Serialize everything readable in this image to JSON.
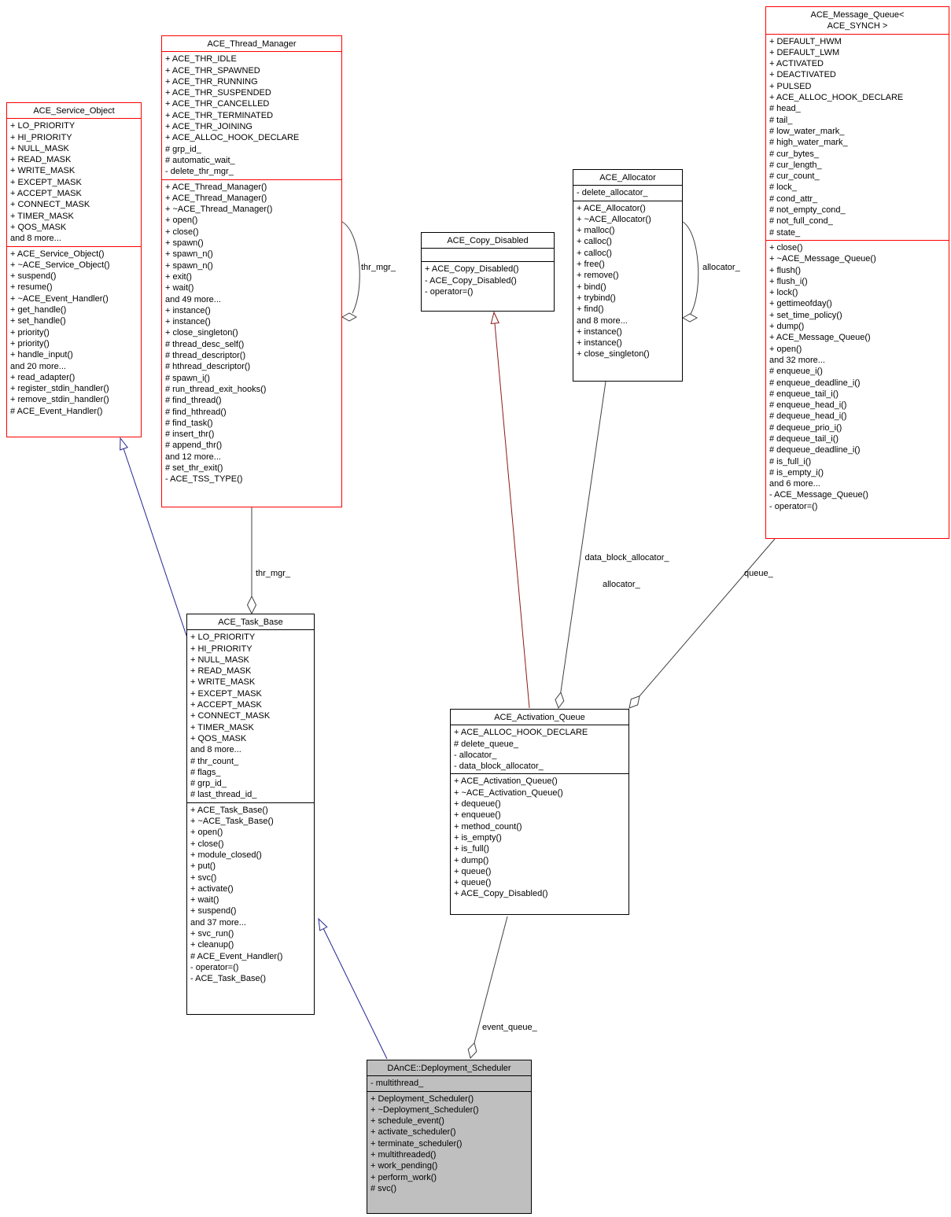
{
  "diagram": {
    "colors": {
      "truncated_class_border": "#ff0000",
      "class_border": "#000000",
      "current_class_fill": "#bfbfbf",
      "inheritance_public_edge": "#252590",
      "inheritance_private_edge": "#8b1a1a",
      "aggregation_edge": "#404040"
    },
    "classes": [
      {
        "id": "service_object",
        "title": [
          "ACE_Service_Object"
        ],
        "border": "#ff0000",
        "fill": "#ffffff",
        "attributes": [
          "+ LO_PRIORITY",
          "+ HI_PRIORITY",
          "+ NULL_MASK",
          "+ READ_MASK",
          "+ WRITE_MASK",
          "+ EXCEPT_MASK",
          "+ ACCEPT_MASK",
          "+ CONNECT_MASK",
          "+ TIMER_MASK",
          "+ QOS_MASK",
          "and 8 more..."
        ],
        "methods": [
          "+ ACE_Service_Object()",
          "+ ~ACE_Service_Object()",
          "+ suspend()",
          "+ resume()",
          "+ ~ACE_Event_Handler()",
          "+ get_handle()",
          "+ set_handle()",
          "+ priority()",
          "+ priority()",
          "+ handle_input()",
          "and 20 more...",
          "+ read_adapter()",
          "+ register_stdin_handler()",
          "+ remove_stdin_handler()",
          "# ACE_Event_Handler()"
        ]
      },
      {
        "id": "thread_manager",
        "title": [
          "ACE_Thread_Manager"
        ],
        "border": "#ff0000",
        "fill": "#ffffff",
        "attributes": [
          "+ ACE_THR_IDLE",
          "+ ACE_THR_SPAWNED",
          "+ ACE_THR_RUNNING",
          "+ ACE_THR_SUSPENDED",
          "+ ACE_THR_CANCELLED",
          "+ ACE_THR_TERMINATED",
          "+ ACE_THR_JOINING",
          "+ ACE_ALLOC_HOOK_DECLARE",
          "# grp_id_",
          "# automatic_wait_",
          "- delete_thr_mgr_"
        ],
        "methods": [
          "+ ACE_Thread_Manager()",
          "+ ACE_Thread_Manager()",
          "+ ~ACE_Thread_Manager()",
          "+ open()",
          "+ close()",
          "+ spawn()",
          "+ spawn_n()",
          "+ spawn_n()",
          "+ exit()",
          "+ wait()",
          "and 49 more...",
          "+ instance()",
          "+ instance()",
          "+ close_singleton()",
          "# thread_desc_self()",
          "# thread_descriptor()",
          "# hthread_descriptor()",
          "# spawn_i()",
          "# run_thread_exit_hooks()",
          "# find_thread()",
          "# find_hthread()",
          "# find_task()",
          "# insert_thr()",
          "# append_thr()",
          "and 12 more...",
          "# set_thr_exit()",
          "- ACE_TSS_TYPE()"
        ]
      },
      {
        "id": "copy_disabled",
        "title": [
          "ACE_Copy_Disabled"
        ],
        "border": "#000000",
        "fill": "#ffffff",
        "attributes": [],
        "methods": [
          "+ ACE_Copy_Disabled()",
          "- ACE_Copy_Disabled()",
          "- operator=()"
        ]
      },
      {
        "id": "allocator",
        "title": [
          "ACE_Allocator"
        ],
        "border": "#000000",
        "fill": "#ffffff",
        "attributes": [
          "- delete_allocator_"
        ],
        "methods": [
          "+ ACE_Allocator()",
          "+ ~ACE_Allocator()",
          "+ malloc()",
          "+ calloc()",
          "+ calloc()",
          "+ free()",
          "+ remove()",
          "+ bind()",
          "+ trybind()",
          "+ find()",
          "and 8 more...",
          "+ instance()",
          "+ instance()",
          "+ close_singleton()"
        ]
      },
      {
        "id": "message_queue",
        "title": [
          "ACE_Message_Queue<",
          "ACE_SYNCH >"
        ],
        "border": "#ff0000",
        "fill": "#ffffff",
        "attributes": [
          "+ DEFAULT_HWM",
          "+ DEFAULT_LWM",
          "+ ACTIVATED",
          "+ DEACTIVATED",
          "+ PULSED",
          "+ ACE_ALLOC_HOOK_DECLARE",
          "# head_",
          "# tail_",
          "# low_water_mark_",
          "# high_water_mark_",
          "# cur_bytes_",
          "# cur_length_",
          "# cur_count_",
          "# lock_",
          "# cond_attr_",
          "# not_empty_cond_",
          "# not_full_cond_",
          "# state_"
        ],
        "methods": [
          "+ close()",
          "+ ~ACE_Message_Queue()",
          "+ flush()",
          "+ flush_i()",
          "+ lock()",
          "+ gettimeofday()",
          "+ set_time_policy()",
          "+ dump()",
          "+ ACE_Message_Queue()",
          "+ open()",
          "and 32 more...",
          "# enqueue_i()",
          "# enqueue_deadline_i()",
          "# enqueue_tail_i()",
          "# enqueue_head_i()",
          "# dequeue_head_i()",
          "# dequeue_prio_i()",
          "# dequeue_tail_i()",
          "# dequeue_deadline_i()",
          "# is_full_i()",
          "# is_empty_i()",
          "and 6 more...",
          "- ACE_Message_Queue()",
          "- operator=()"
        ]
      },
      {
        "id": "task_base",
        "title": [
          "ACE_Task_Base"
        ],
        "border": "#000000",
        "fill": "#ffffff",
        "attributes": [
          "+ LO_PRIORITY",
          "+ HI_PRIORITY",
          "+ NULL_MASK",
          "+ READ_MASK",
          "+ WRITE_MASK",
          "+ EXCEPT_MASK",
          "+ ACCEPT_MASK",
          "+ CONNECT_MASK",
          "+ TIMER_MASK",
          "+ QOS_MASK",
          "and 8 more...",
          "# thr_count_",
          "# flags_",
          "# grp_id_",
          "# last_thread_id_"
        ],
        "methods": [
          "+ ACE_Task_Base()",
          "+ ~ACE_Task_Base()",
          "+ open()",
          "+ close()",
          "+ module_closed()",
          "+ put()",
          "+ svc()",
          "+ activate()",
          "+ wait()",
          "+ suspend()",
          "and 37 more...",
          "+ svc_run()",
          "+ cleanup()",
          "# ACE_Event_Handler()",
          "- operator=()",
          "- ACE_Task_Base()"
        ]
      },
      {
        "id": "activation_queue",
        "title": [
          "ACE_Activation_Queue"
        ],
        "border": "#000000",
        "fill": "#ffffff",
        "attributes": [
          "+ ACE_ALLOC_HOOK_DECLARE",
          "# delete_queue_",
          "- allocator_",
          "- data_block_allocator_"
        ],
        "methods": [
          "+ ACE_Activation_Queue()",
          "+ ~ACE_Activation_Queue()",
          "+ dequeue()",
          "+ enqueue()",
          "+ method_count()",
          "+ is_empty()",
          "+ is_full()",
          "+ dump()",
          "+ queue()",
          "+ queue()",
          "+ ACE_Copy_Disabled()"
        ]
      },
      {
        "id": "scheduler",
        "title": [
          "DAnCE::Deployment_Scheduler"
        ],
        "border": "#000000",
        "fill": "#bfbfbf",
        "attributes": [
          "- multithread_"
        ],
        "methods": [
          "+ Deployment_Scheduler()",
          "+ ~Deployment_Scheduler()",
          "+ schedule_event()",
          "+ activate_scheduler()",
          "+ terminate_scheduler()",
          "+ multithreaded()",
          "+ work_pending()",
          "+ perform_work()",
          "# svc()"
        ]
      }
    ],
    "edge_labels": {
      "thr_mgr_self": "thr_mgr_",
      "thr_mgr": "thr_mgr_",
      "allocator_self": "allocator_",
      "data_block_allocator": "data_block_allocator_",
      "allocator": "allocator_",
      "queue": "queue_",
      "event_queue": "event_queue_"
    }
  }
}
